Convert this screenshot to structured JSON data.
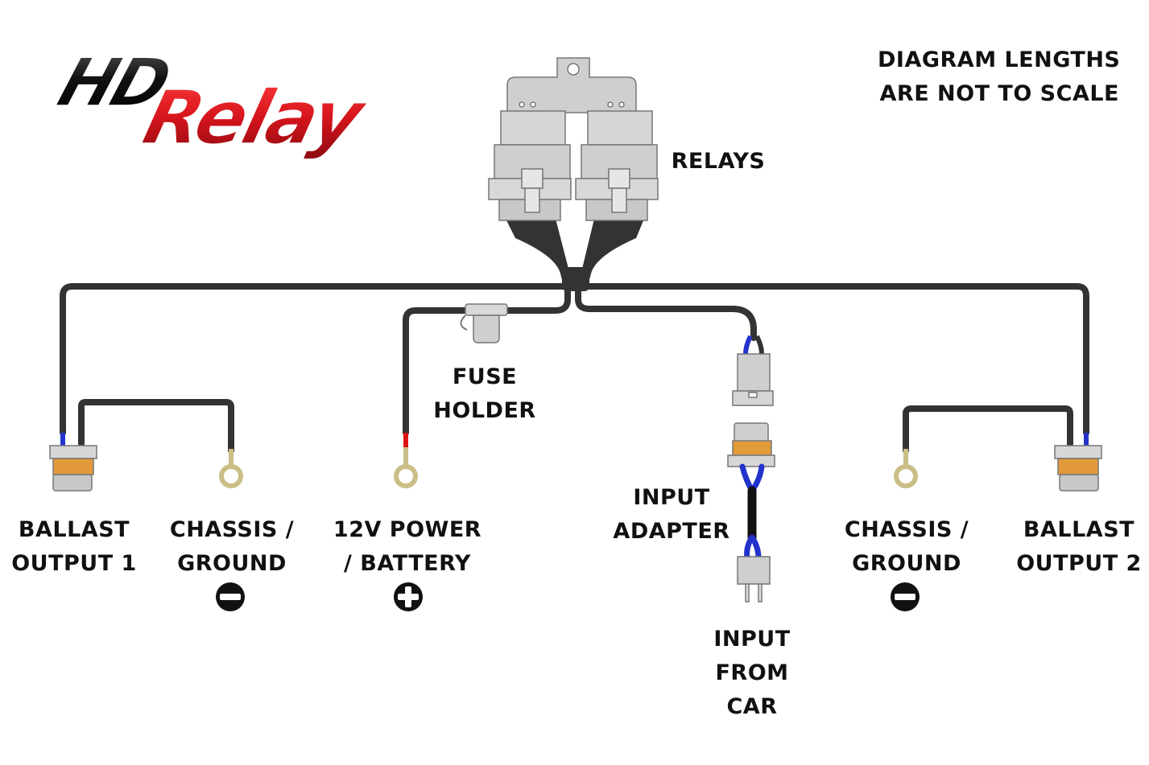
{
  "logo": {
    "text_primary": "HD",
    "text_secondary": "Relay"
  },
  "note": {
    "lines": [
      "DIAGRAM LENGTHS",
      "ARE NOT TO SCALE"
    ]
  },
  "labels": {
    "relays": "RELAYS",
    "fuse_holder": [
      "FUSE",
      "HOLDER"
    ],
    "ballast_output_1": [
      "BALLAST",
      "OUTPUT 1"
    ],
    "chassis_ground_1": [
      "CHASSIS /",
      "GROUND"
    ],
    "power_battery": [
      "12V POWER",
      "/ BATTERY"
    ],
    "input_adapter": [
      "INPUT",
      "ADAPTER"
    ],
    "chassis_ground_2": [
      "CHASSIS /",
      "GROUND"
    ],
    "ballast_output_2": [
      "BALLAST",
      "OUTPUT 2"
    ],
    "input_from_car": [
      "INPUT",
      "FROM",
      "CAR"
    ]
  },
  "symbols": {
    "ground": "minus-icon",
    "power": "plus-icon"
  },
  "colors": {
    "wire": "#333333",
    "wire_blue": "#2233cc",
    "wire_red": "#dd1111",
    "relay_body": "#cfcfcf",
    "relay_outline": "#777777",
    "connector_orange": "#e39a3a",
    "ring_terminal": "#c9bf86",
    "logo_red": "#d4141c",
    "logo_black": "#111111"
  }
}
